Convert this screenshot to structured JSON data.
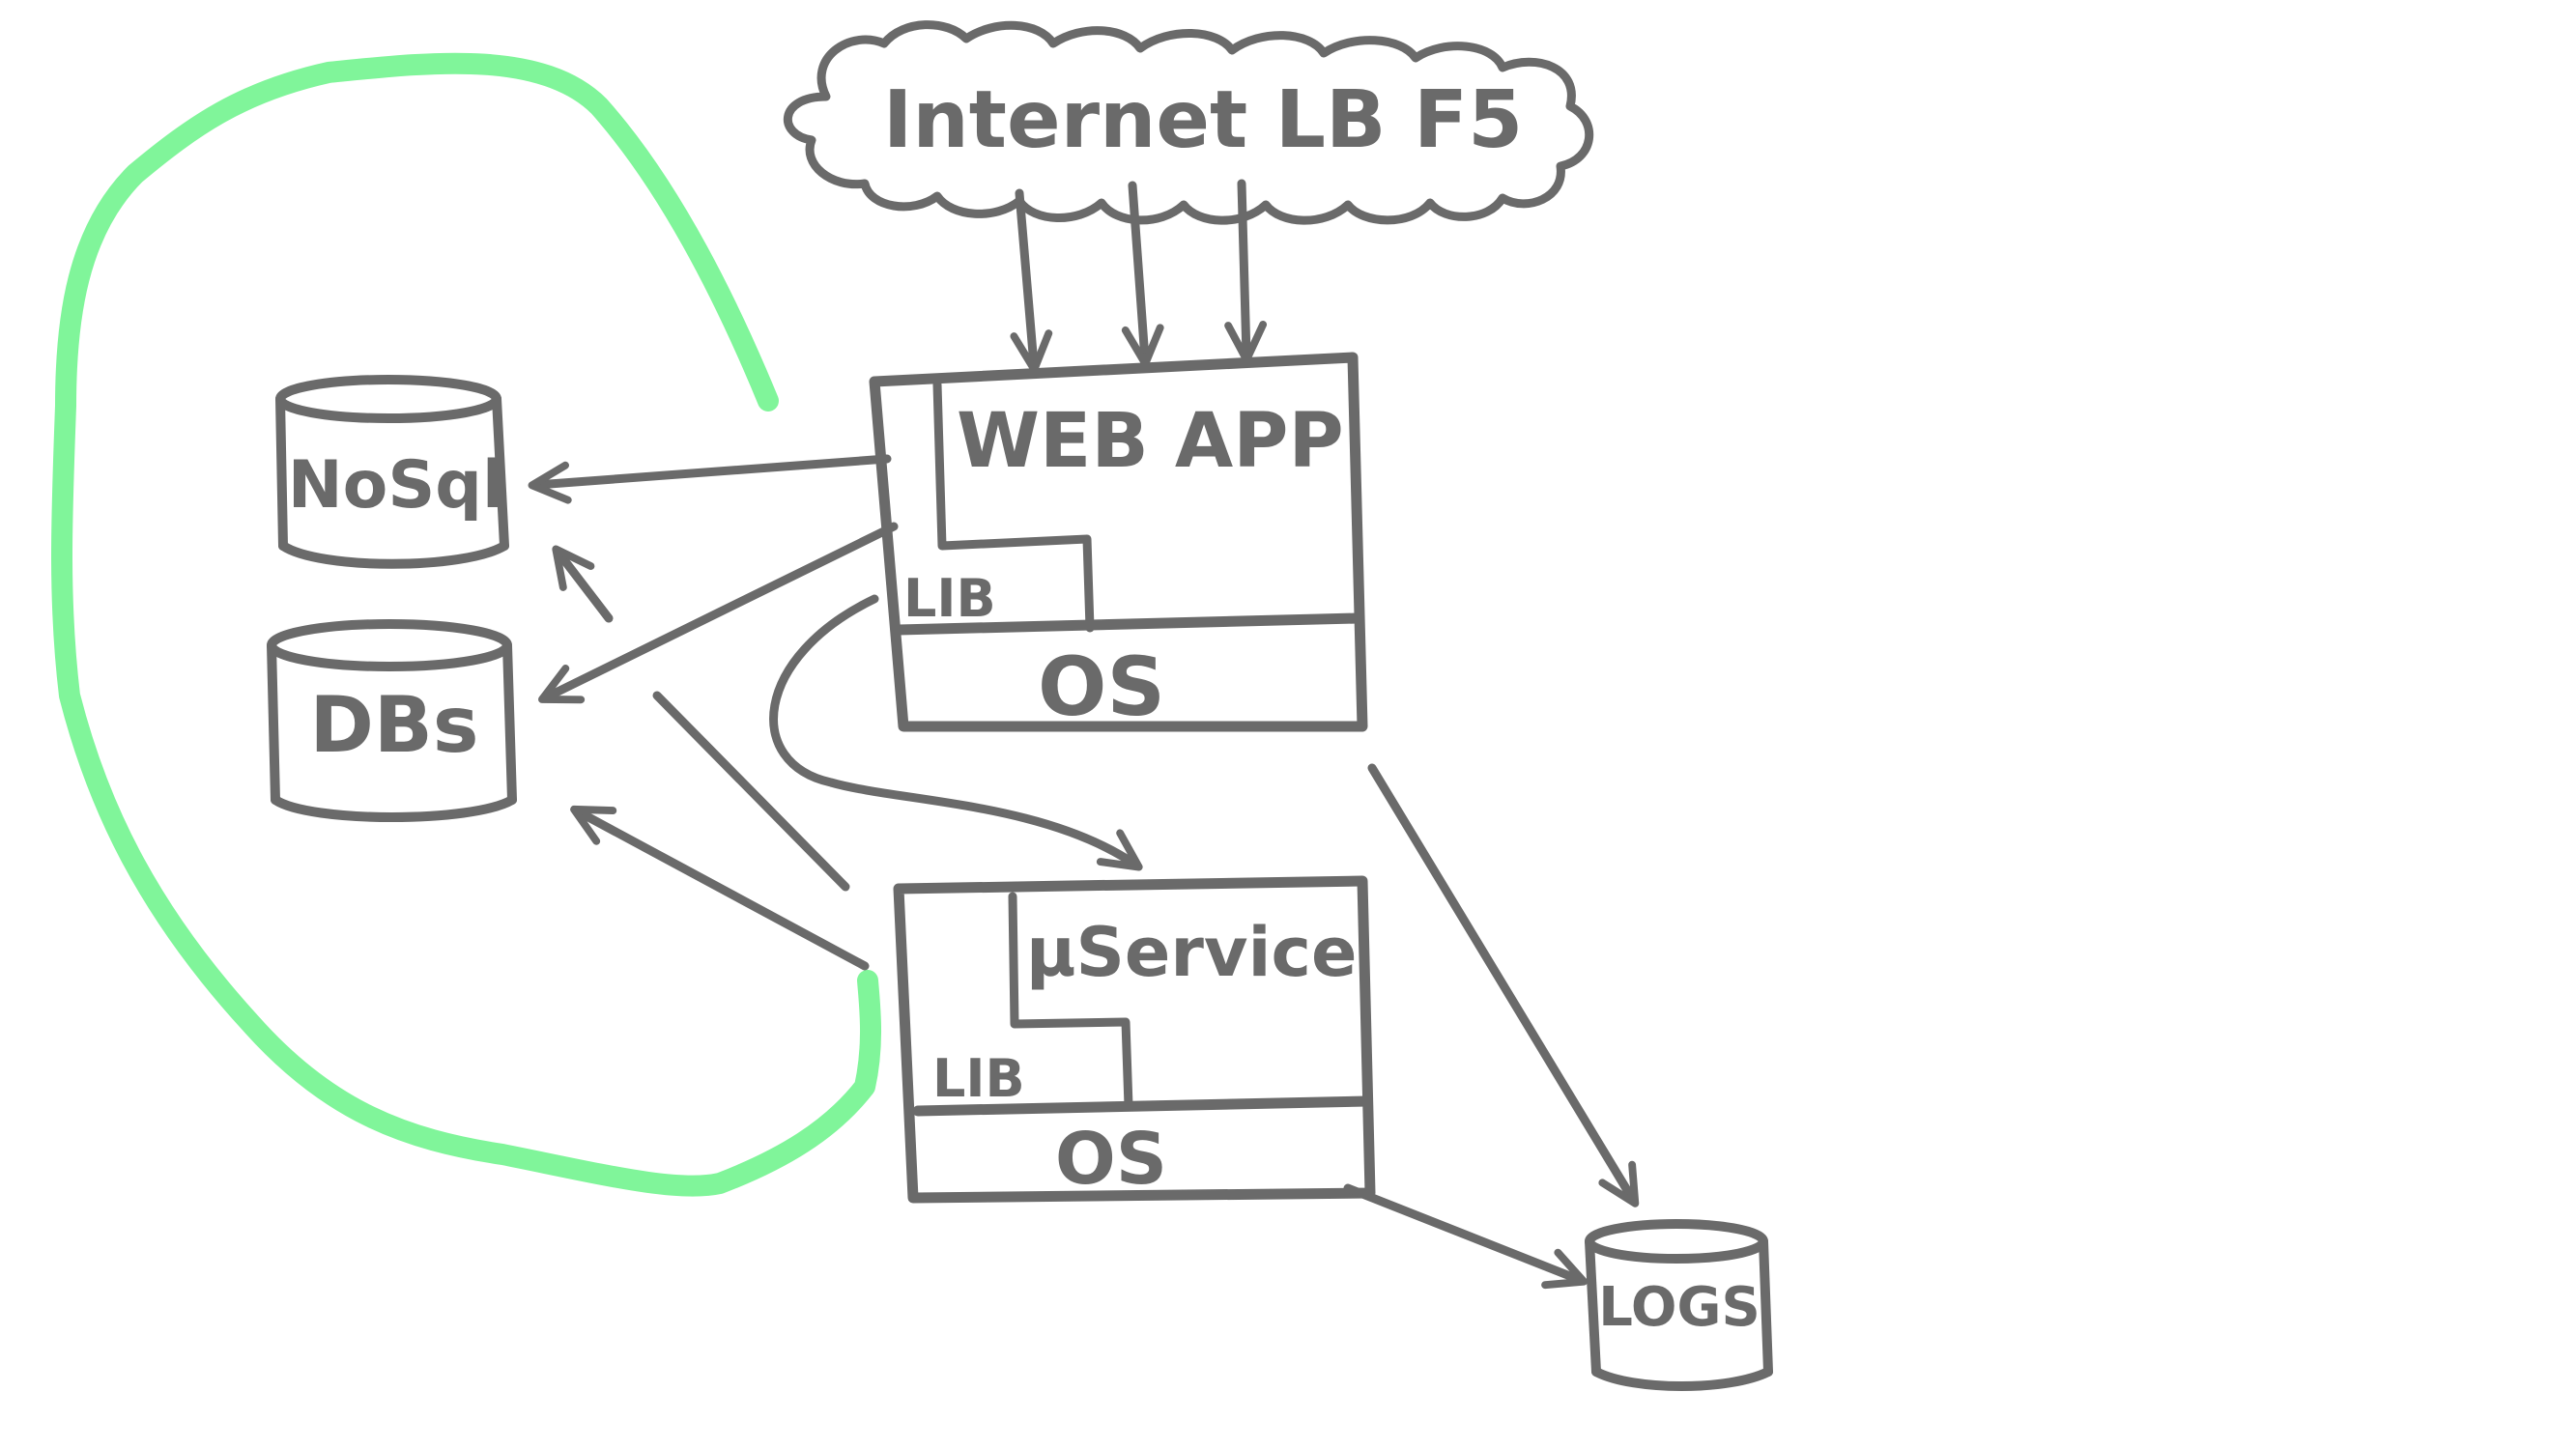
{
  "cloud": {
    "label": "Internet LB F5"
  },
  "webapp": {
    "title": "WEB APP",
    "lib": "LIB",
    "os": "OS"
  },
  "microservice": {
    "title": "µService",
    "lib": "LIB",
    "os": "OS"
  },
  "stores": {
    "nosql": "NoSql",
    "dbs": "DBs",
    "logs": "LOGS"
  },
  "colors": {
    "ink": "#6a6a6a",
    "highlight": "#80f59a",
    "background": "#ffffff"
  }
}
